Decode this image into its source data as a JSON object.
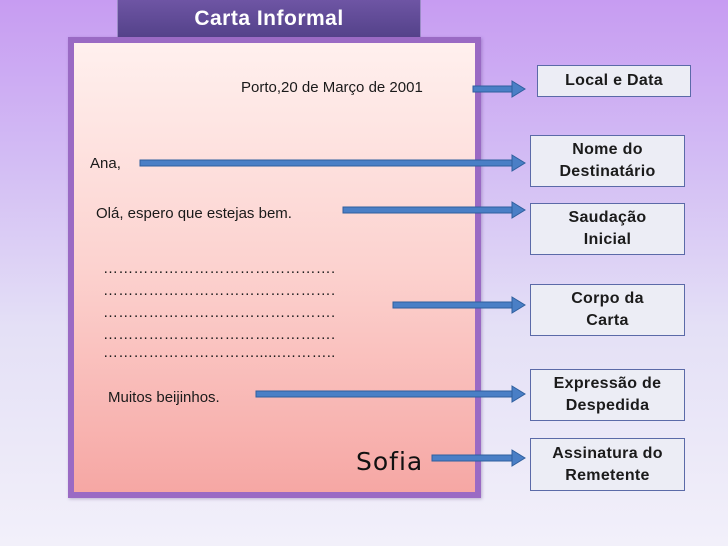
{
  "title": "Carta Informal",
  "letter": {
    "place_date": "Porto,20 de Março de 2001",
    "recipient": "Ana,",
    "greeting": "Olá, espero que estejas bem.",
    "body_lines": [
      "……………………………………….",
      "……………………………………….",
      "……………………………………….",
      "……………………………………….",
      "…………………………......………..",
      "……………………………………….."
    ],
    "closing": "Muitos beijinhos.",
    "signature": "Sofia"
  },
  "labels": {
    "local_data": "Local e Data",
    "destinatario": [
      "Nome do",
      "Destinatário"
    ],
    "saudacao": [
      "Saudação",
      "Inicial"
    ],
    "corpo": [
      "Corpo da",
      "Carta"
    ],
    "despedida": [
      "Expressão de",
      "Despedida"
    ],
    "assinatura": [
      "Assinatura do",
      "Remetente"
    ]
  },
  "colors": {
    "arrow_fill": "#4a7fc6",
    "arrow_stroke": "#2f5f9e",
    "title_bg": "#5f4a96",
    "letter_border": "#9a6ac4"
  }
}
